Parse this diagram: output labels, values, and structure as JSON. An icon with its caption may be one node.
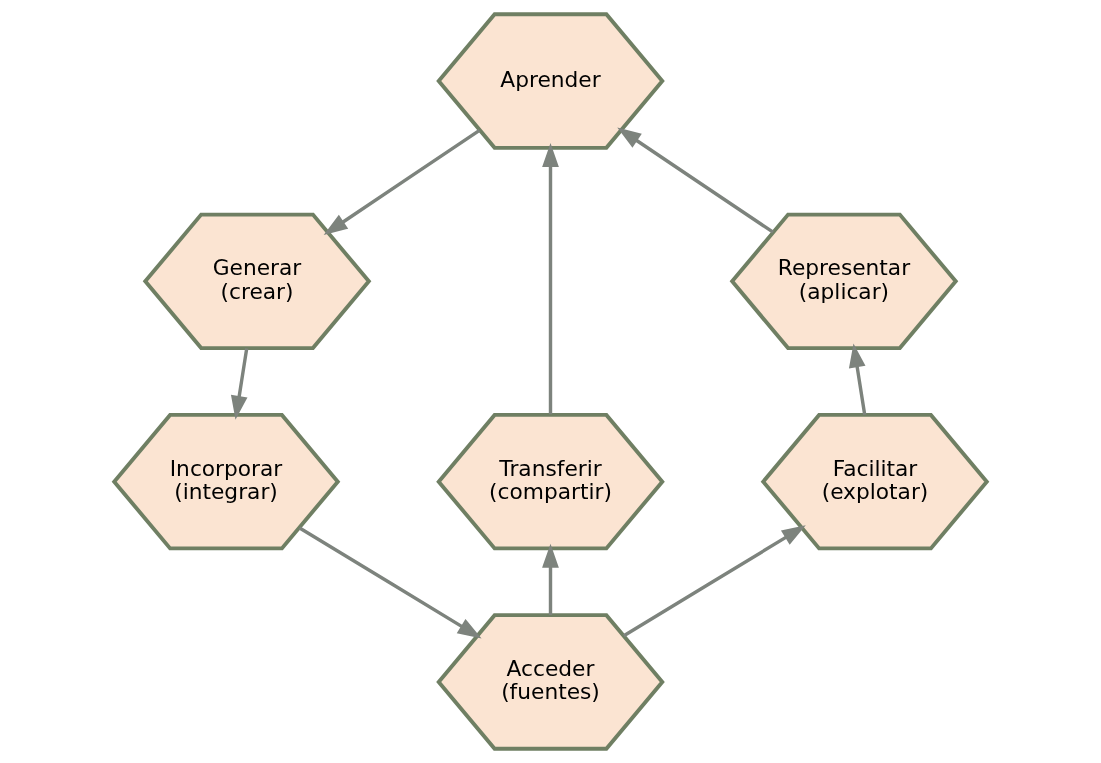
{
  "diagram": {
    "nodes": [
      {
        "text": [
          "Aprender"
        ]
      },
      {
        "text": [
          "Generar (crear)"
        ]
      },
      {
        "text": [
          "Incorporar (integrar)"
        ]
      },
      {
        "text": [
          "Acceder (fuentes)"
        ]
      },
      {
        "text": [
          "Transferir (compartir)"
        ]
      },
      {
        "text": [
          "Facilitar (explotar)"
        ]
      },
      {
        "text": [
          "Representar (aplicar)"
        ]
      }
    ],
    "edges": [
      {
        "from": 0,
        "to": 1,
        "arrow": "to"
      },
      {
        "from": 1,
        "to": 2,
        "arrow": "to"
      },
      {
        "from": 2,
        "to": 3,
        "arrow": "to"
      },
      {
        "from": 3,
        "to": 4,
        "arrow": "to"
      },
      {
        "from": 4,
        "to": 0,
        "arrow": "to"
      },
      {
        "from": 3,
        "to": 5,
        "arrow": "to"
      },
      {
        "from": 5,
        "to": 6,
        "arrow": "to"
      },
      {
        "from": 6,
        "to": 0,
        "arrow": "to"
      }
    ]
  }
}
